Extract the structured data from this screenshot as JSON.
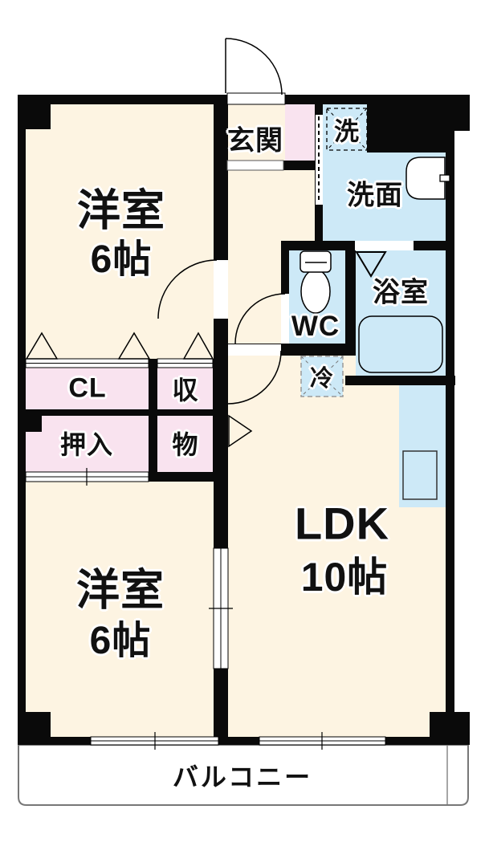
{
  "plan": {
    "bedroom_top": {
      "name": "洋室",
      "size": "6帖"
    },
    "bedroom_bottom": {
      "name": "洋室",
      "size": "6帖"
    },
    "ldk": {
      "name": "LDK",
      "size": "10帖"
    },
    "entrance": "玄関",
    "washer": "洗",
    "washroom": "洗面",
    "bathroom": "浴室",
    "wc": "WC",
    "fridge": "冷",
    "closet": "CL",
    "storage_upper": "収",
    "oshiire": "押入",
    "storage_lower": "物",
    "balcony": "バルコニー"
  },
  "colors": {
    "wall": "#0a0a0a",
    "room": "#FDF4E2",
    "closet": "#F9E3EF",
    "water": "#CDE9F7",
    "white": "#ffffff"
  }
}
